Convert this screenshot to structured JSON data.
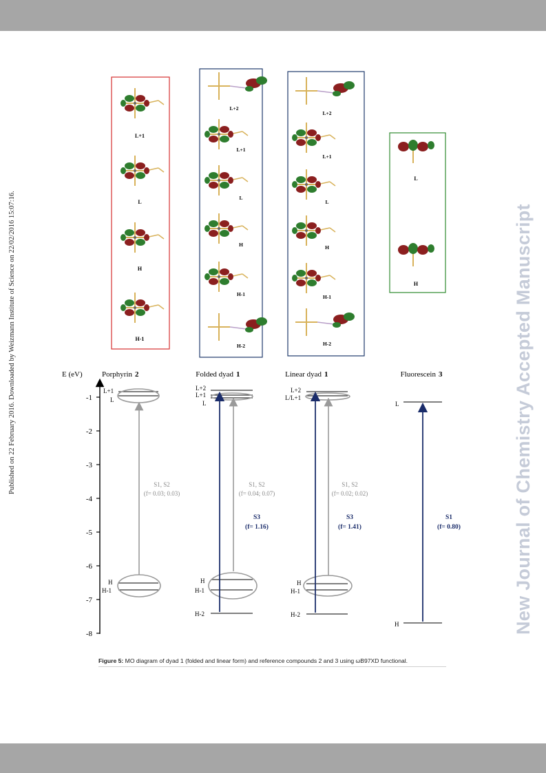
{
  "side_note": "Published on 22 February 2016. Downloaded by Weizmann Institute of Science on 22/02/2016 15:07:16.",
  "watermark": "New Journal of Chemistry Accepted Manuscript",
  "caption": {
    "bold_label": "Figure 5:",
    "text": " MO diagram of dyad 1 (folded and linear form) and reference compounds 2 and 3 using ωB97XD functional."
  },
  "orbital_panels": [
    {
      "name": "porphyrin",
      "labels": [
        "L+1",
        "L",
        "H",
        "H-1"
      ]
    },
    {
      "name": "folded-dyad",
      "labels": [
        "L+2",
        "L+1",
        "L",
        "H",
        "H-1",
        "H-2"
      ]
    },
    {
      "name": "linear-dyad",
      "labels": [
        "L+2",
        "L+1",
        "L",
        "H",
        "H-1",
        "H-2"
      ]
    },
    {
      "name": "fluorescein",
      "labels": [
        "L",
        "H"
      ]
    }
  ],
  "diagram": {
    "axis_label": "E (eV)",
    "y_ticks": [
      "-1",
      "-2",
      "-3",
      "-4",
      "-5",
      "-6",
      "-7",
      "-8"
    ],
    "columns": [
      {
        "title": "Porphyrin",
        "num": "2",
        "upper_labels": [
          "L+1",
          "L"
        ],
        "lower_labels": [
          "H",
          "H-1"
        ],
        "transition_state": "S1, S2",
        "transition_f": "(f= 0.03; 0.03)"
      },
      {
        "title": "Folded dyad",
        "num": "1",
        "upper_labels": [
          "L+2",
          "L+1",
          "L"
        ],
        "lower_labels": [
          "H",
          "H-1",
          "H-2"
        ],
        "transition_state": "S1, S2",
        "transition_f": "(f= 0.04; 0.07)",
        "strong_state": "S3",
        "strong_f": "(f= 1.16)"
      },
      {
        "title": "Linear dyad",
        "num": "1",
        "upper_labels": [
          "L+2",
          "L/L+1"
        ],
        "lower_labels": [
          "H",
          "H-1",
          "H-2"
        ],
        "transition_state": "S1, S2",
        "transition_f": "(f= 0.02; 0.02)",
        "strong_state": "S3",
        "strong_f": "(f= 1.41)"
      },
      {
        "title": "Fluorescein",
        "num": "3",
        "upper_labels": [
          "L"
        ],
        "lower_labels": [
          "H"
        ],
        "strong_state": "S1",
        "strong_f": "(f= 0.80)"
      }
    ]
  },
  "colors": {
    "red_box": "#d62f2f",
    "blue_box": "#1f3a6b",
    "green_box": "#2f8a2f",
    "blue_arrow": "#1a2c6a",
    "gray": "#9a9a9a"
  }
}
